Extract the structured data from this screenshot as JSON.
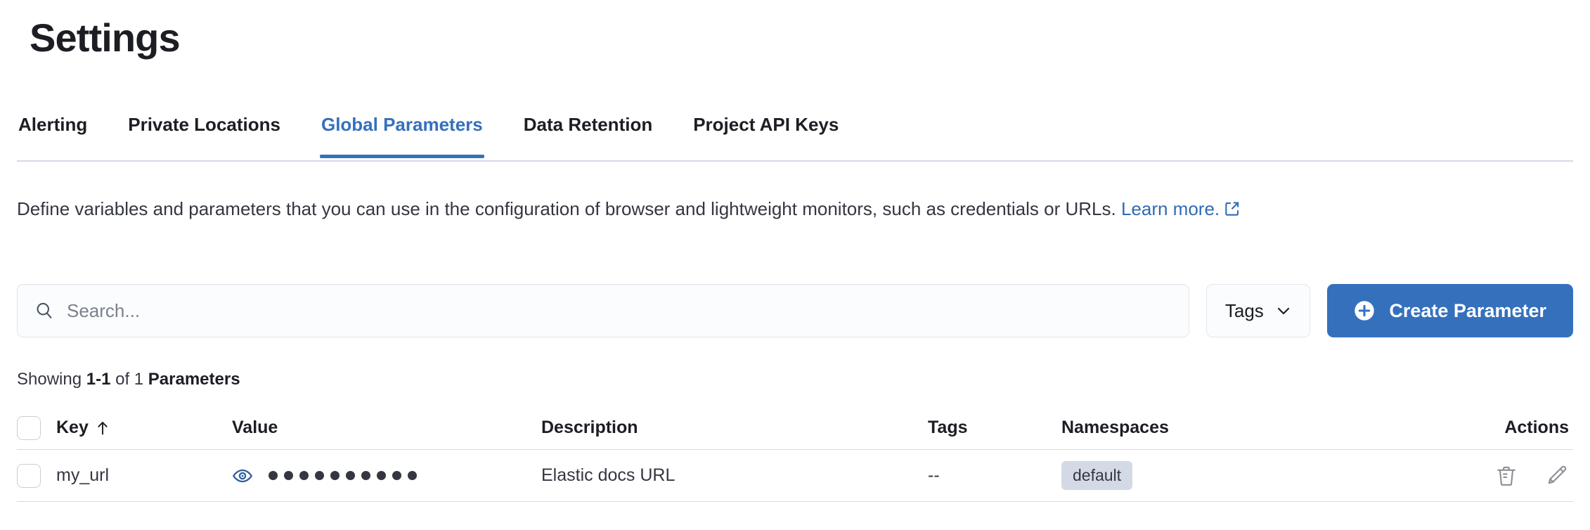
{
  "header": {
    "title": "Settings"
  },
  "tabs": [
    {
      "label": "Alerting",
      "active": false
    },
    {
      "label": "Private Locations",
      "active": false
    },
    {
      "label": "Global Parameters",
      "active": true
    },
    {
      "label": "Data Retention",
      "active": false
    },
    {
      "label": "Project API Keys",
      "active": false
    }
  ],
  "description": {
    "text": "Define variables and parameters that you can use in the configuration of browser and lightweight monitors, such as credentials or URLs. ",
    "link_text": "Learn more.",
    "link_icon": "external-link-icon"
  },
  "controls": {
    "search": {
      "value": "",
      "placeholder": "Search...",
      "icon": "search-icon"
    },
    "tags_button": {
      "label": "Tags",
      "icon": "chevron-down-icon"
    },
    "create_button": {
      "label": "Create Parameter",
      "icon": "plus-circle-icon"
    }
  },
  "results": {
    "prefix": "Showing ",
    "range": "1-1",
    "middle": " of 1 ",
    "noun": "Parameters"
  },
  "table": {
    "columns": {
      "key": "Key",
      "value": "Value",
      "description": "Description",
      "tags": "Tags",
      "namespaces": "Namespaces",
      "actions": "Actions"
    },
    "sort": {
      "column": "Key",
      "direction": "asc",
      "icon": "sort-arrow-up-icon"
    },
    "rows": [
      {
        "key": "my_url",
        "value_masked_dots": 10,
        "value_toggle_icon": "eye-icon",
        "description": "Elastic docs URL",
        "tags": "--",
        "namespaces": [
          "default"
        ],
        "actions": [
          "trash-icon",
          "pencil-icon"
        ]
      }
    ]
  },
  "colors": {
    "accent": "#3570bd",
    "link": "#2f6bb5",
    "text": "#343741",
    "heading": "#1d1e24",
    "border": "#d3dae6",
    "badge_bg": "#d3dae6",
    "icon_muted": "#8c8f94"
  }
}
